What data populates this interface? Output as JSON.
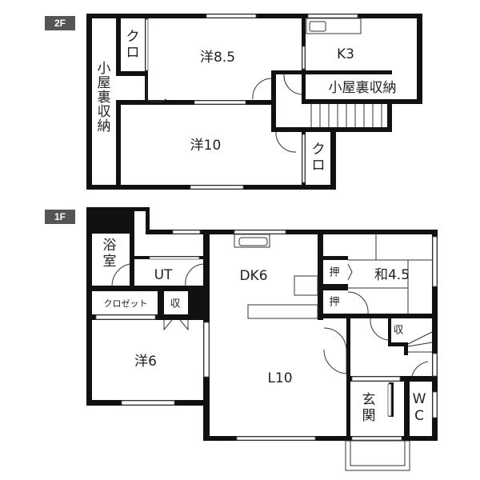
{
  "floors": {
    "second": {
      "label": "2F",
      "rooms": {
        "western_large": "洋8.5",
        "kitchen": "K3",
        "attic_storage_right": "小屋裏収納",
        "attic_storage_left": [
          "小",
          "屋",
          "裏",
          "収",
          "納"
        ],
        "closet_top": [
          "ク",
          "ロ"
        ],
        "western_10": "洋10",
        "closet_bottom": [
          "ク",
          "ロ"
        ]
      }
    },
    "first": {
      "label": "1F",
      "rooms": {
        "bath": [
          "浴",
          "室"
        ],
        "utility": "UT",
        "dining_kitchen": "DK6",
        "japanese": "和4.5",
        "oshiire_1": "押",
        "oshiire_2": "押",
        "closet": "クロゼット",
        "storage": "収",
        "western_6": "洋6",
        "living": "L10",
        "storage_stairs": "収",
        "entrance": [
          "玄",
          "関"
        ],
        "wc": [
          "W",
          "C"
        ]
      }
    }
  },
  "colors": {
    "label_bg": "#555555",
    "wall": "#111111"
  }
}
